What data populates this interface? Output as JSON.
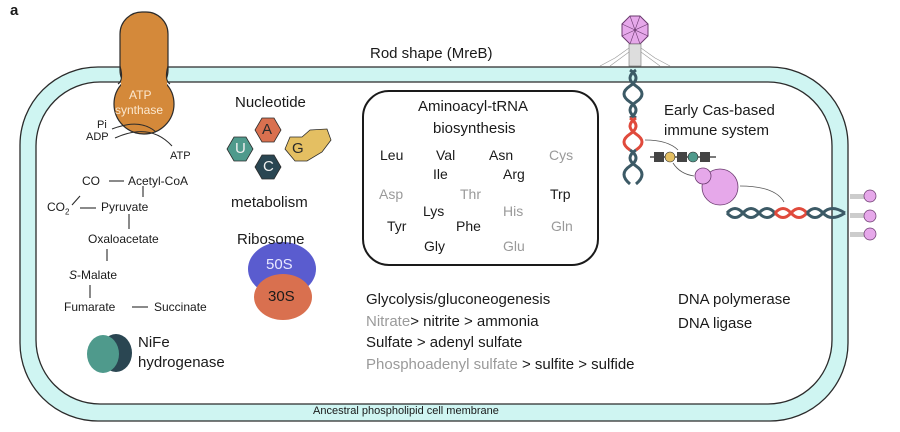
{
  "panel_label": "a",
  "cell": {
    "shape_label": "Rod shape (MreB)",
    "membrane_label": "Ancestral phospholipid cell membrane",
    "membrane_color": "#cff5f2"
  },
  "atp_synthase": {
    "label_line1": "ATP",
    "label_line2": "synthase",
    "color": "#d4893a",
    "inputs": [
      "Pi",
      "ADP"
    ],
    "output": "ATP"
  },
  "wood_ljungdahl": {
    "co": "CO",
    "acetyl_coa": "Acetyl-CoA",
    "co2": "CO",
    "co2_sub": "2",
    "pyruvate": "Pyruvate",
    "oxaloacetate": "Oxaloacetate",
    "s_malate_prefix": "S",
    "s_malate_rest": "-Malate",
    "fumarate": "Fumarate",
    "succinate": "Succinate"
  },
  "hydrogenase": {
    "line1": "NiFe",
    "line2": "hydrogenase"
  },
  "nucleotide": {
    "title": "Nucleotide",
    "subtitle": "metabolism",
    "bases": [
      {
        "letter": "A",
        "color": "#d9704f"
      },
      {
        "letter": "U",
        "color": "#4f9a8c"
      },
      {
        "letter": "C",
        "color": "#2a4652"
      },
      {
        "letter": "G",
        "color": "#e4bf62"
      }
    ]
  },
  "ribosome": {
    "title": "Ribosome",
    "large": {
      "label": "50S",
      "color": "#5a5ccf"
    },
    "small": {
      "label": "30S",
      "color": "#d9704f"
    }
  },
  "trna": {
    "title_line1": "Aminoacyl-tRNA",
    "title_line2": "biosynthesis",
    "amino_acids": [
      {
        "name": "Leu",
        "present": true
      },
      {
        "name": "Val",
        "present": true
      },
      {
        "name": "Asn",
        "present": true
      },
      {
        "name": "Cys",
        "present": false
      },
      {
        "name": "Ile",
        "present": true
      },
      {
        "name": "Arg",
        "present": true
      },
      {
        "name": "Asp",
        "present": false
      },
      {
        "name": "Thr",
        "present": false
      },
      {
        "name": "Trp",
        "present": true
      },
      {
        "name": "Lys",
        "present": true
      },
      {
        "name": "His",
        "present": false
      },
      {
        "name": "Tyr",
        "present": true
      },
      {
        "name": "Phe",
        "present": true
      },
      {
        "name": "Gln",
        "present": false
      },
      {
        "name": "Gly",
        "present": true
      },
      {
        "name": "Glu",
        "present": false
      }
    ]
  },
  "cas": {
    "line1": "Early Cas-based",
    "line2": "immune system"
  },
  "pathways": {
    "glycolysis": "Glycolysis/gluconeogenesis",
    "nitrate_grey": "Nitrate",
    "nitrate_rest": "> nitrite > ammonia",
    "sulfate": "Sulfate > adenyl sulfate",
    "phospho_grey": "Phosphoadenyl sulfate",
    "phospho_rest": " > sulfite > sulfide"
  },
  "dna": {
    "polymerase": "DNA polymerase",
    "ligase": "DNA ligase"
  }
}
